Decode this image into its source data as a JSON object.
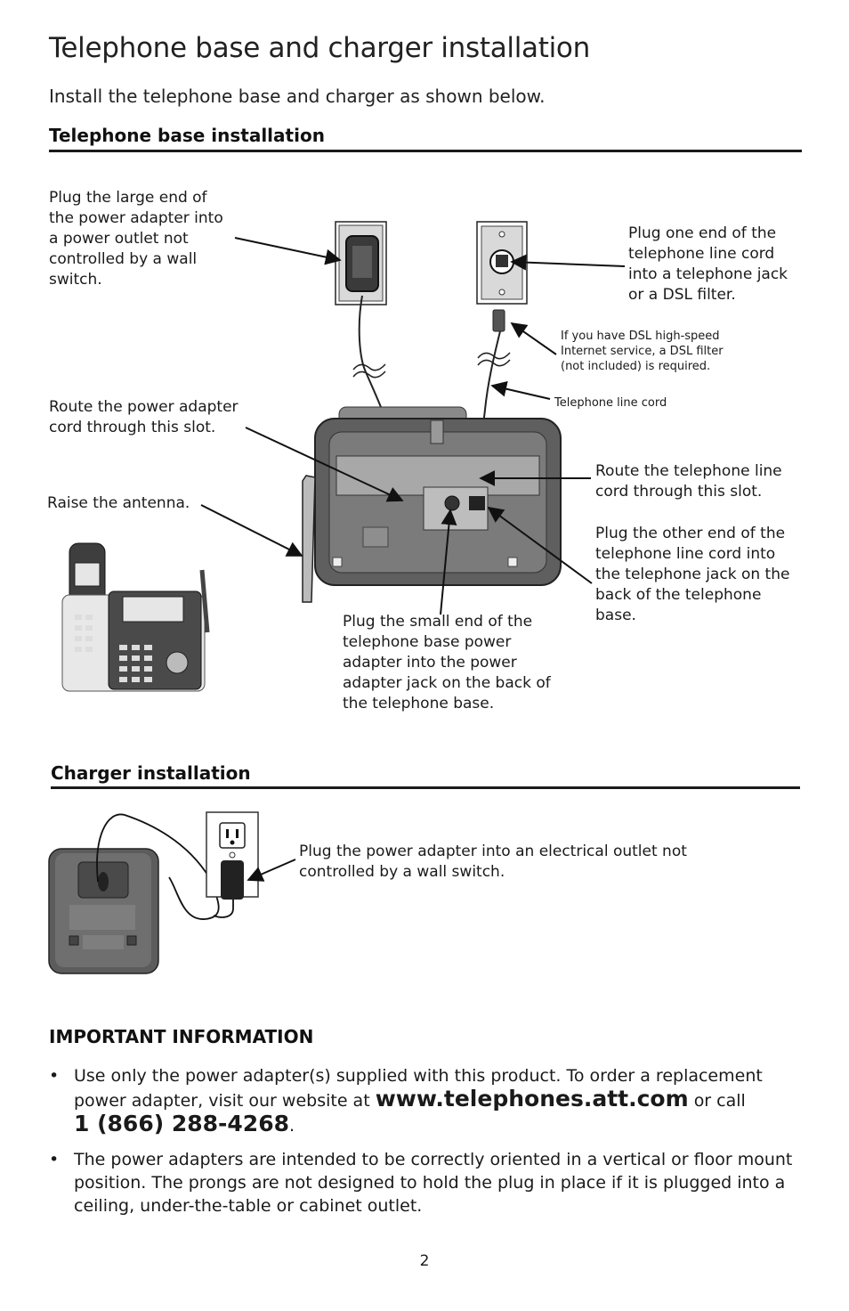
{
  "page": {
    "title": "Telephone base and charger installation",
    "subtitle": "Install the telephone base and charger as shown below.",
    "page_number": "2"
  },
  "base_section": {
    "heading": "Telephone base installation",
    "callouts": {
      "power_outlet": "Plug the large end of the power adapter into a power outlet not controlled by a wall switch.",
      "phone_jack": "Plug one end of the telephone line cord into a telephone jack or a DSL filter.",
      "dsl": "If you have DSL high-speed Internet service, a DSL filter (not included) is required.",
      "line_cord": "Telephone line cord",
      "route_power": "Route the power adapter cord through this slot.",
      "route_line": "Route the telephone line cord through this slot.",
      "antenna": "Raise the antenna.",
      "plug_line": "Plug the other end of the telephone line cord into the telephone jack on the back of the telephone base.",
      "plug_small": "Plug the small end of the telephone base power adapter into the power adapter jack on the back of the telephone base."
    }
  },
  "charger_section": {
    "heading": "Charger installation",
    "callout": "Plug the power adapter into an electrical outlet not controlled by a wall switch."
  },
  "important": {
    "heading": "IMPORTANT INFORMATION",
    "bullet1_text": "Use only the power adapter(s) supplied with this product. To order a replacement power adapter, visit our website at",
    "bullet1_url": "www.telephones.att.com",
    "bullet1_or": "or call",
    "bullet1_phone": "1 (866) 288-4268",
    "bullet1_end": ".",
    "bullet2": "The power adapters are intended to be correctly oriented in a vertical or floor mount position. The prongs are not designed to hold the plug in place if it is plugged into a ceiling, under-the-table or cabinet outlet.",
    "bullet_symbol": "•"
  }
}
